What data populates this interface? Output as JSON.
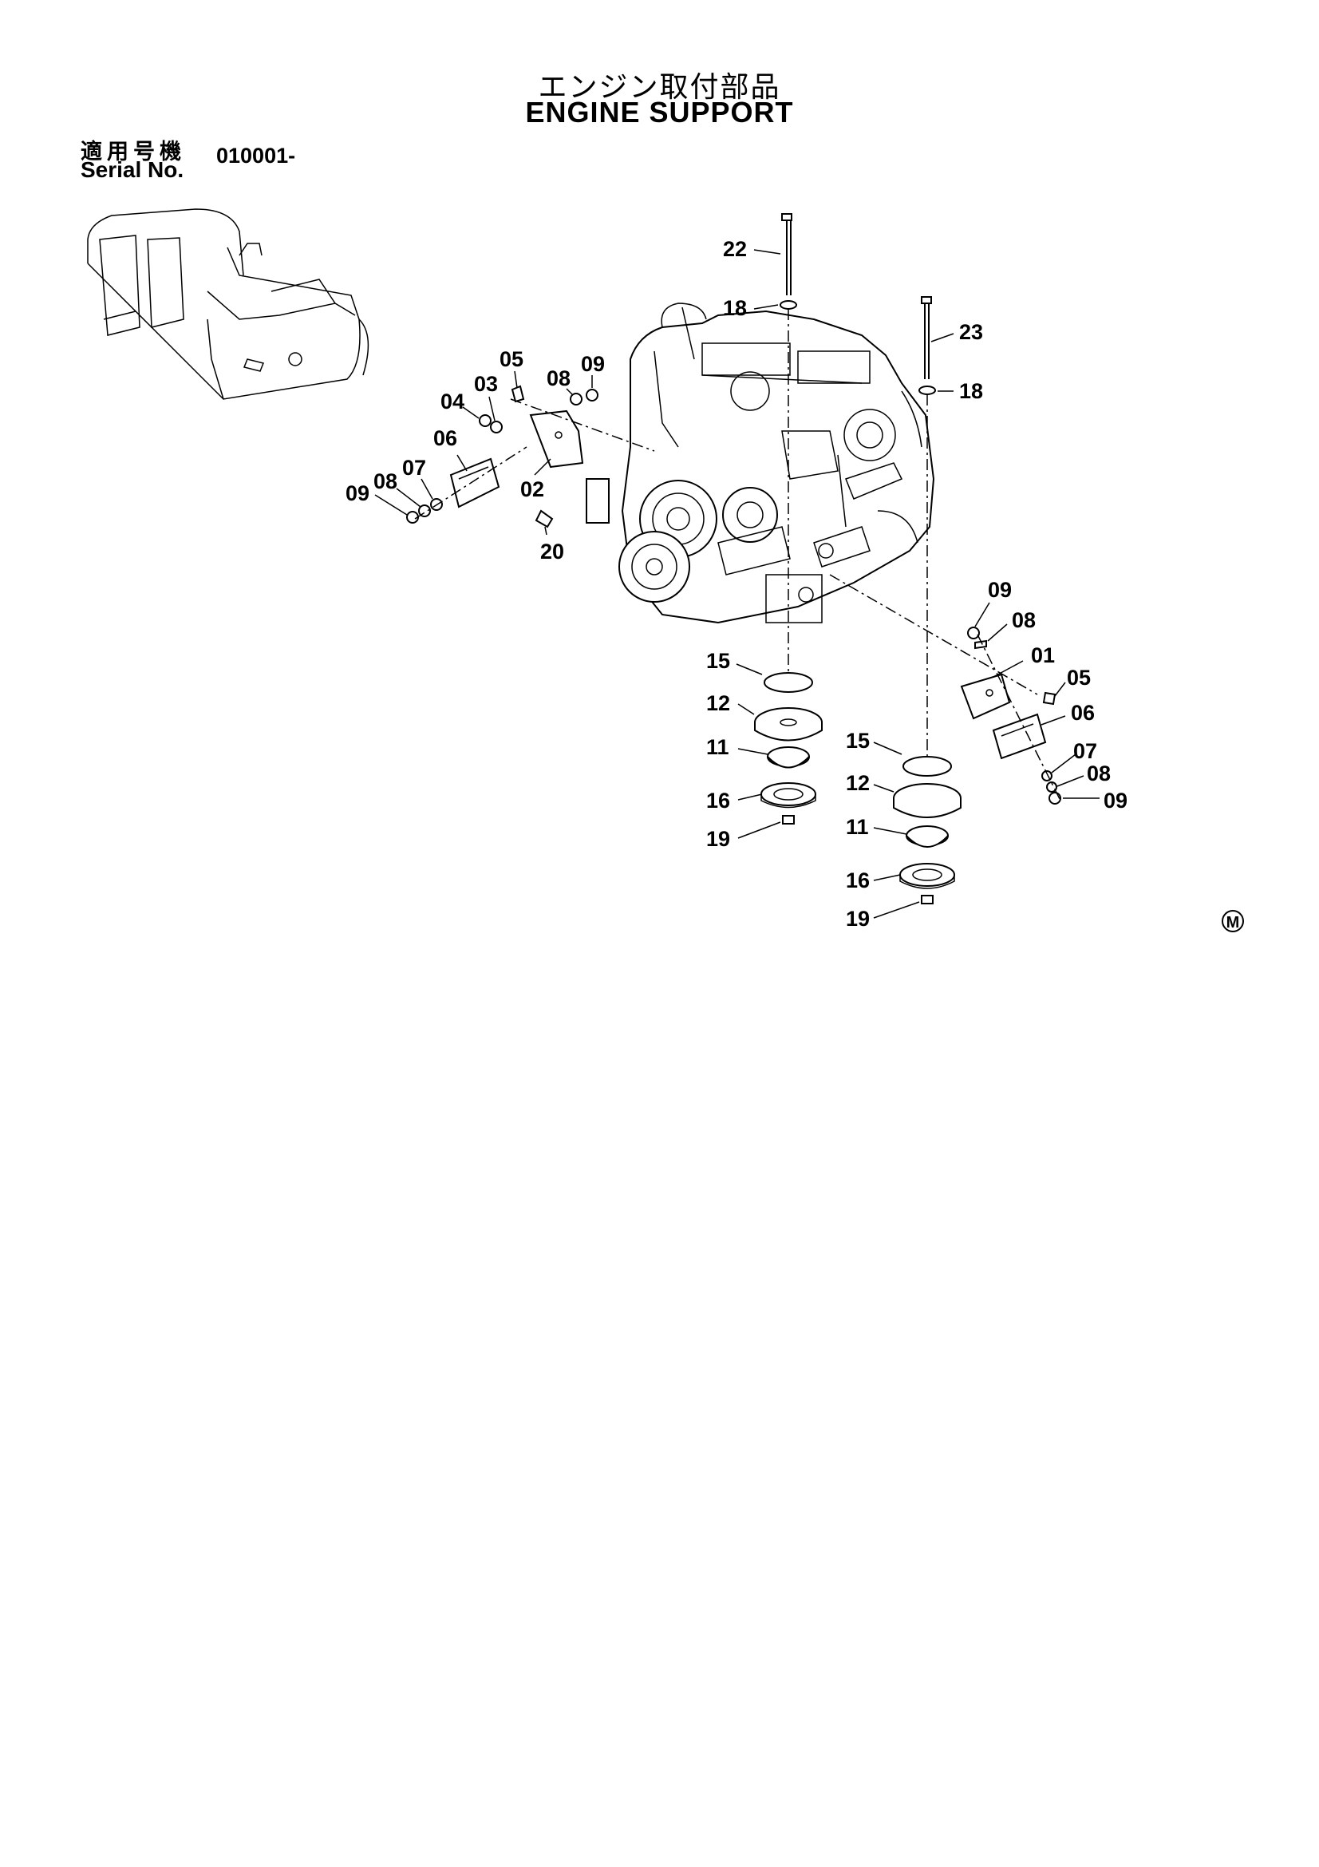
{
  "header": {
    "title_jp": "エンジン取付部品",
    "title_en": "ENGINE SUPPORT",
    "serial_label_jp": "適用号機",
    "serial_label_en": "Serial No.",
    "serial_value": "010001-"
  },
  "callouts": {
    "c22": "22",
    "c18a": "18",
    "c23": "23",
    "c18b": "18",
    "c05a": "05",
    "c08a": "08",
    "c09a": "09",
    "c04": "04",
    "c03": "03",
    "c06a": "06",
    "c07a": "07",
    "c08b": "08",
    "c09b": "09",
    "c02": "02",
    "c20": "20",
    "c09c": "09",
    "c08c": "08",
    "c01": "01",
    "c05b": "05",
    "c06b": "06",
    "c07b": "07",
    "c08d": "08",
    "c09d": "09",
    "c15a": "15",
    "c12a": "12",
    "c11a": "11",
    "c16a": "16",
    "c19a": "19",
    "c15b": "15",
    "c12b": "12",
    "c11b": "11",
    "c16b": "16",
    "c19b": "19"
  },
  "corner_mark": "M",
  "icons": {
    "machine_thumbnail": "excavator-icon",
    "engine": "engine-icon"
  }
}
